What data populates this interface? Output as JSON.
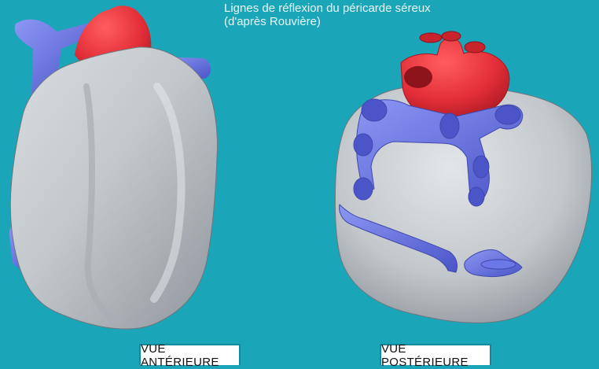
{
  "caption": {
    "line1": "Lignes de réflexion du péricarde séreux",
    "line2": "(d'après Rouvière)"
  },
  "labels": {
    "anterior": "VUE ANTÉRIEURE",
    "posterior": "VUE POSTÉRIEURE"
  },
  "colors": {
    "background": "#1aa5b8",
    "pericardium_grey": "#c6cbcf",
    "vessel_blue": "#6d78e8",
    "artery_red": "#e0303a"
  }
}
